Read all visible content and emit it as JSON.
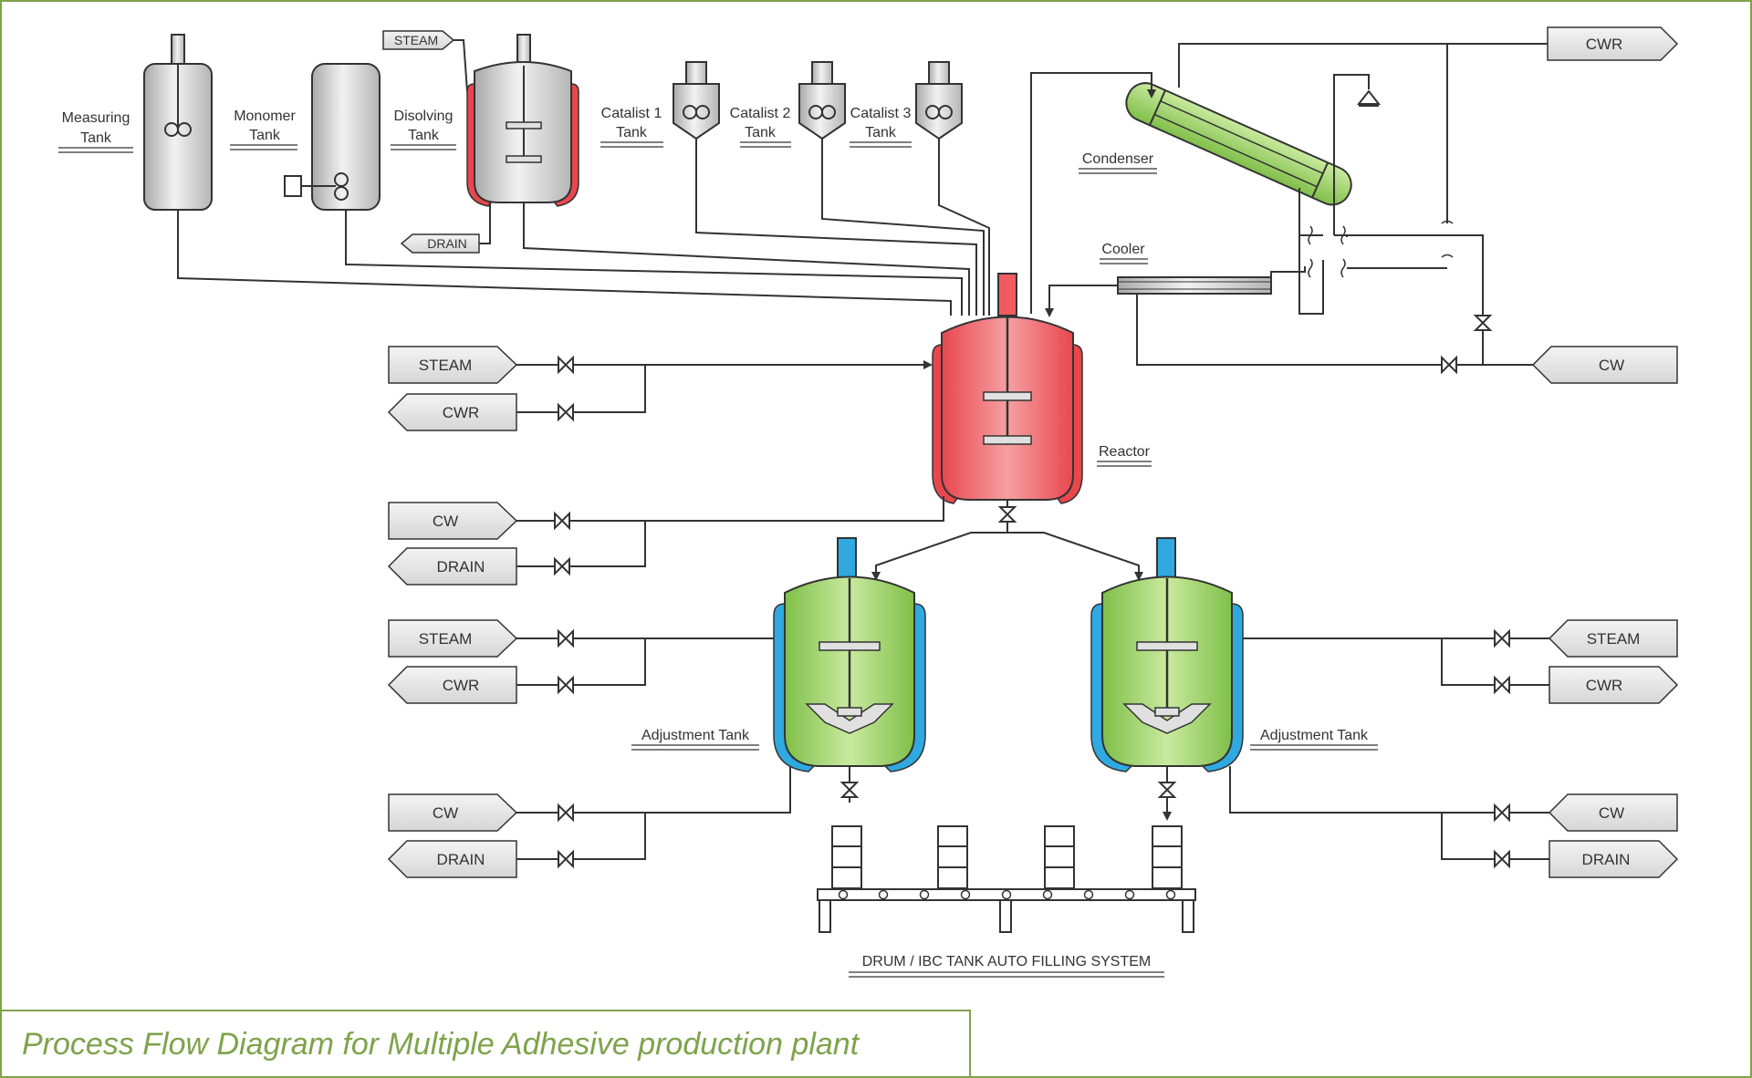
{
  "labels": {
    "measuring": [
      "Measuring",
      "Tank"
    ],
    "monomer": [
      "Monomer",
      "Tank"
    ],
    "disolving": [
      "Disolving",
      "Tank"
    ],
    "catalist1": [
      "Catalist 1",
      "Tank"
    ],
    "catalist2": [
      "Catalist 2",
      "Tank"
    ],
    "catalist3": [
      "Catalist 3",
      "Tank"
    ],
    "condenser": "Condenser",
    "cooler": "Cooler",
    "reactor": "Reactor",
    "adjustment_left": "Adjustment Tank",
    "adjustment_right": "Adjustment Tank",
    "filling_system": "DRUM / IBC TANK AUTO FILLING SYSTEM"
  },
  "tags": {
    "steam_small": "STEAM",
    "drain_small": "DRAIN",
    "cwr_top_right": "CWR",
    "cw_right_mid": "CW",
    "reactor_steam": "STEAM",
    "reactor_cwr": "CWR",
    "reactor_cw": "CW",
    "reactor_drain": "DRAIN",
    "adjl_steam": "STEAM",
    "adjl_cwr": "CWR",
    "adjl_cw": "CW",
    "adjl_drain": "DRAIN",
    "adjr_steam": "STEAM",
    "adjr_cwr": "CWR",
    "adjr_cw": "CW",
    "adjr_drain": "DRAIN"
  },
  "title": "Process Flow Diagram for Multiple Adhesive production plant",
  "colors": {
    "border": "#7ea34b",
    "reactor": "#ef5b5f",
    "adjustment_tank": "#9fd36a",
    "jacket_blue": "#2fa9e0",
    "condenser": "#9fd36a",
    "steel": "#cfcfcf"
  }
}
